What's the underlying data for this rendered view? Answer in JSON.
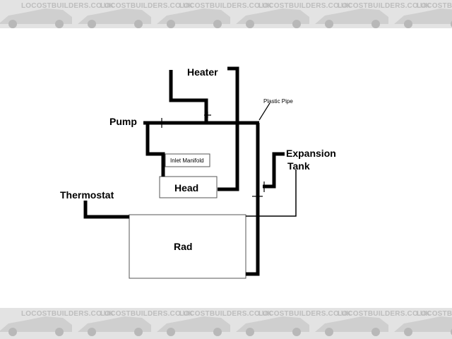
{
  "watermark": {
    "text": "LOCOSTBUILDERS.CO.UK"
  },
  "diagram": {
    "labels": {
      "heater": "Heater",
      "pump": "Pump",
      "plastic_pipe": "Plastic Pipe",
      "inlet_manifold": "Inlet Manifold",
      "expansion": "Expansion",
      "tank": "Tank",
      "head": "Head",
      "thermostat": "Thermostat",
      "rad": "Rad"
    },
    "colors": {
      "pipe": "#000000",
      "banner": "#e3e3e3",
      "watermark": "#bdbdbd"
    }
  }
}
